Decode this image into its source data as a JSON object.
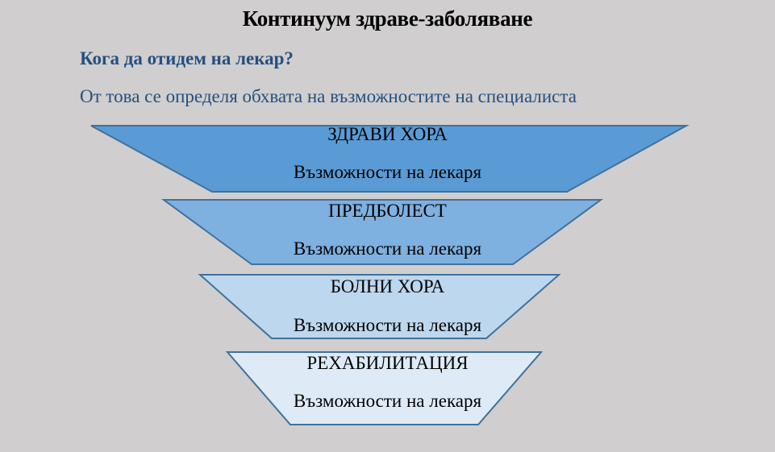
{
  "title": "Континуум здраве-заболяване",
  "question": "Кога да отидем на лекар?",
  "subtitle": "От това се определя обхвата на възможностите на специалиста",
  "colors": {
    "background": "#d0cecf",
    "heading_blue": "#24507e",
    "stroke": "#41719c",
    "level_fills": [
      "#5b9bd5",
      "#7eb0e0",
      "#bdd7ee",
      "#deebf7"
    ]
  },
  "levels": [
    {
      "label": "ЗДРАВИ ХОРА",
      "sublabel": "Възможности на лекаря"
    },
    {
      "label": "ПРЕДБОЛЕСТ",
      "sublabel": "Възможности на лекаря"
    },
    {
      "label": "БОЛНИ ХОРА",
      "sublabel": "Възможности на лекаря"
    },
    {
      "label": "РЕХАБИЛИТАЦИЯ",
      "sublabel": "Възможности на лекаря"
    }
  ]
}
